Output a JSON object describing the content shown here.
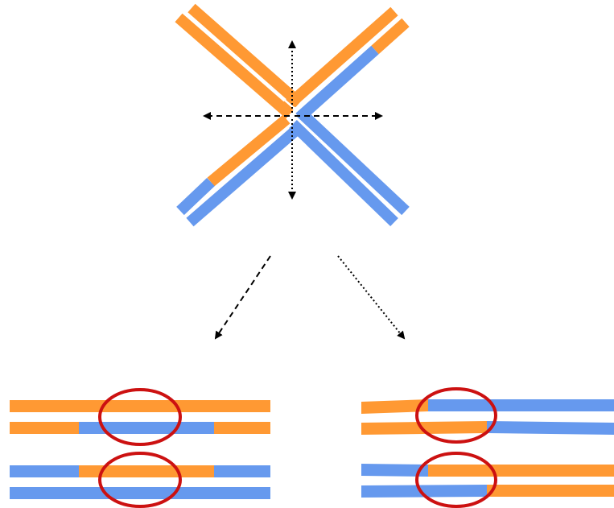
{
  "colors": {
    "strand_a": "#ff9933",
    "strand_b": "#6699ee",
    "circle": "#cc1111",
    "arrow": "#000000",
    "background": "#ffffff"
  },
  "figure": {
    "top_panel": "holliday-junction-crossover",
    "resolution_left": "non-crossover-products",
    "resolution_right": "crossover-products"
  }
}
